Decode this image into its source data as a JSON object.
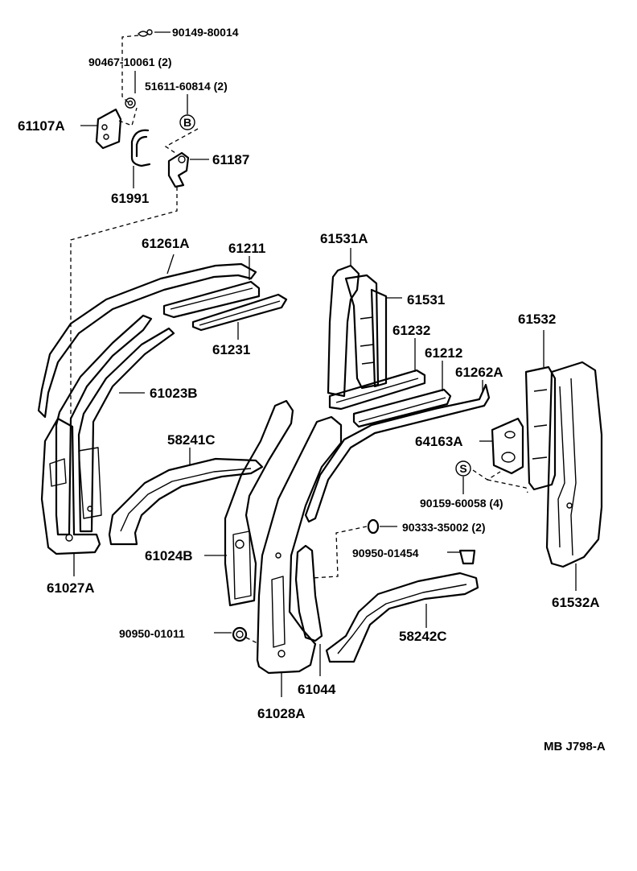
{
  "labels": {
    "p90149": "90149-80014",
    "p90467": "90467-10061 (2)",
    "p51611": "51611-60814 (2)",
    "p61107A": "61107A",
    "p61187": "61187",
    "p61991": "61991",
    "p61261A": "61261A",
    "p61211": "61211",
    "p61231": "61231",
    "p61023B": "61023B",
    "p58241C": "58241C",
    "p61024B": "61024B",
    "p61027A": "61027A",
    "p61531A": "61531A",
    "p61531": "61531",
    "p61232": "61232",
    "p61212": "61212",
    "p61262A": "61262A",
    "p61532": "61532",
    "p64163A": "64163A",
    "p90159": "90159-60058 (4)",
    "p90333": "90333-35002 (2)",
    "p90950_01454": "90950-01454",
    "p61532A": "61532A",
    "p58242C": "58242C",
    "p90950_01011": "90950-01011",
    "p61044": "61044",
    "p61028A": "61028A"
  },
  "badge": {
    "b_letter": "B",
    "s_letter": "S"
  },
  "diagram_code": "MB  J798-A"
}
